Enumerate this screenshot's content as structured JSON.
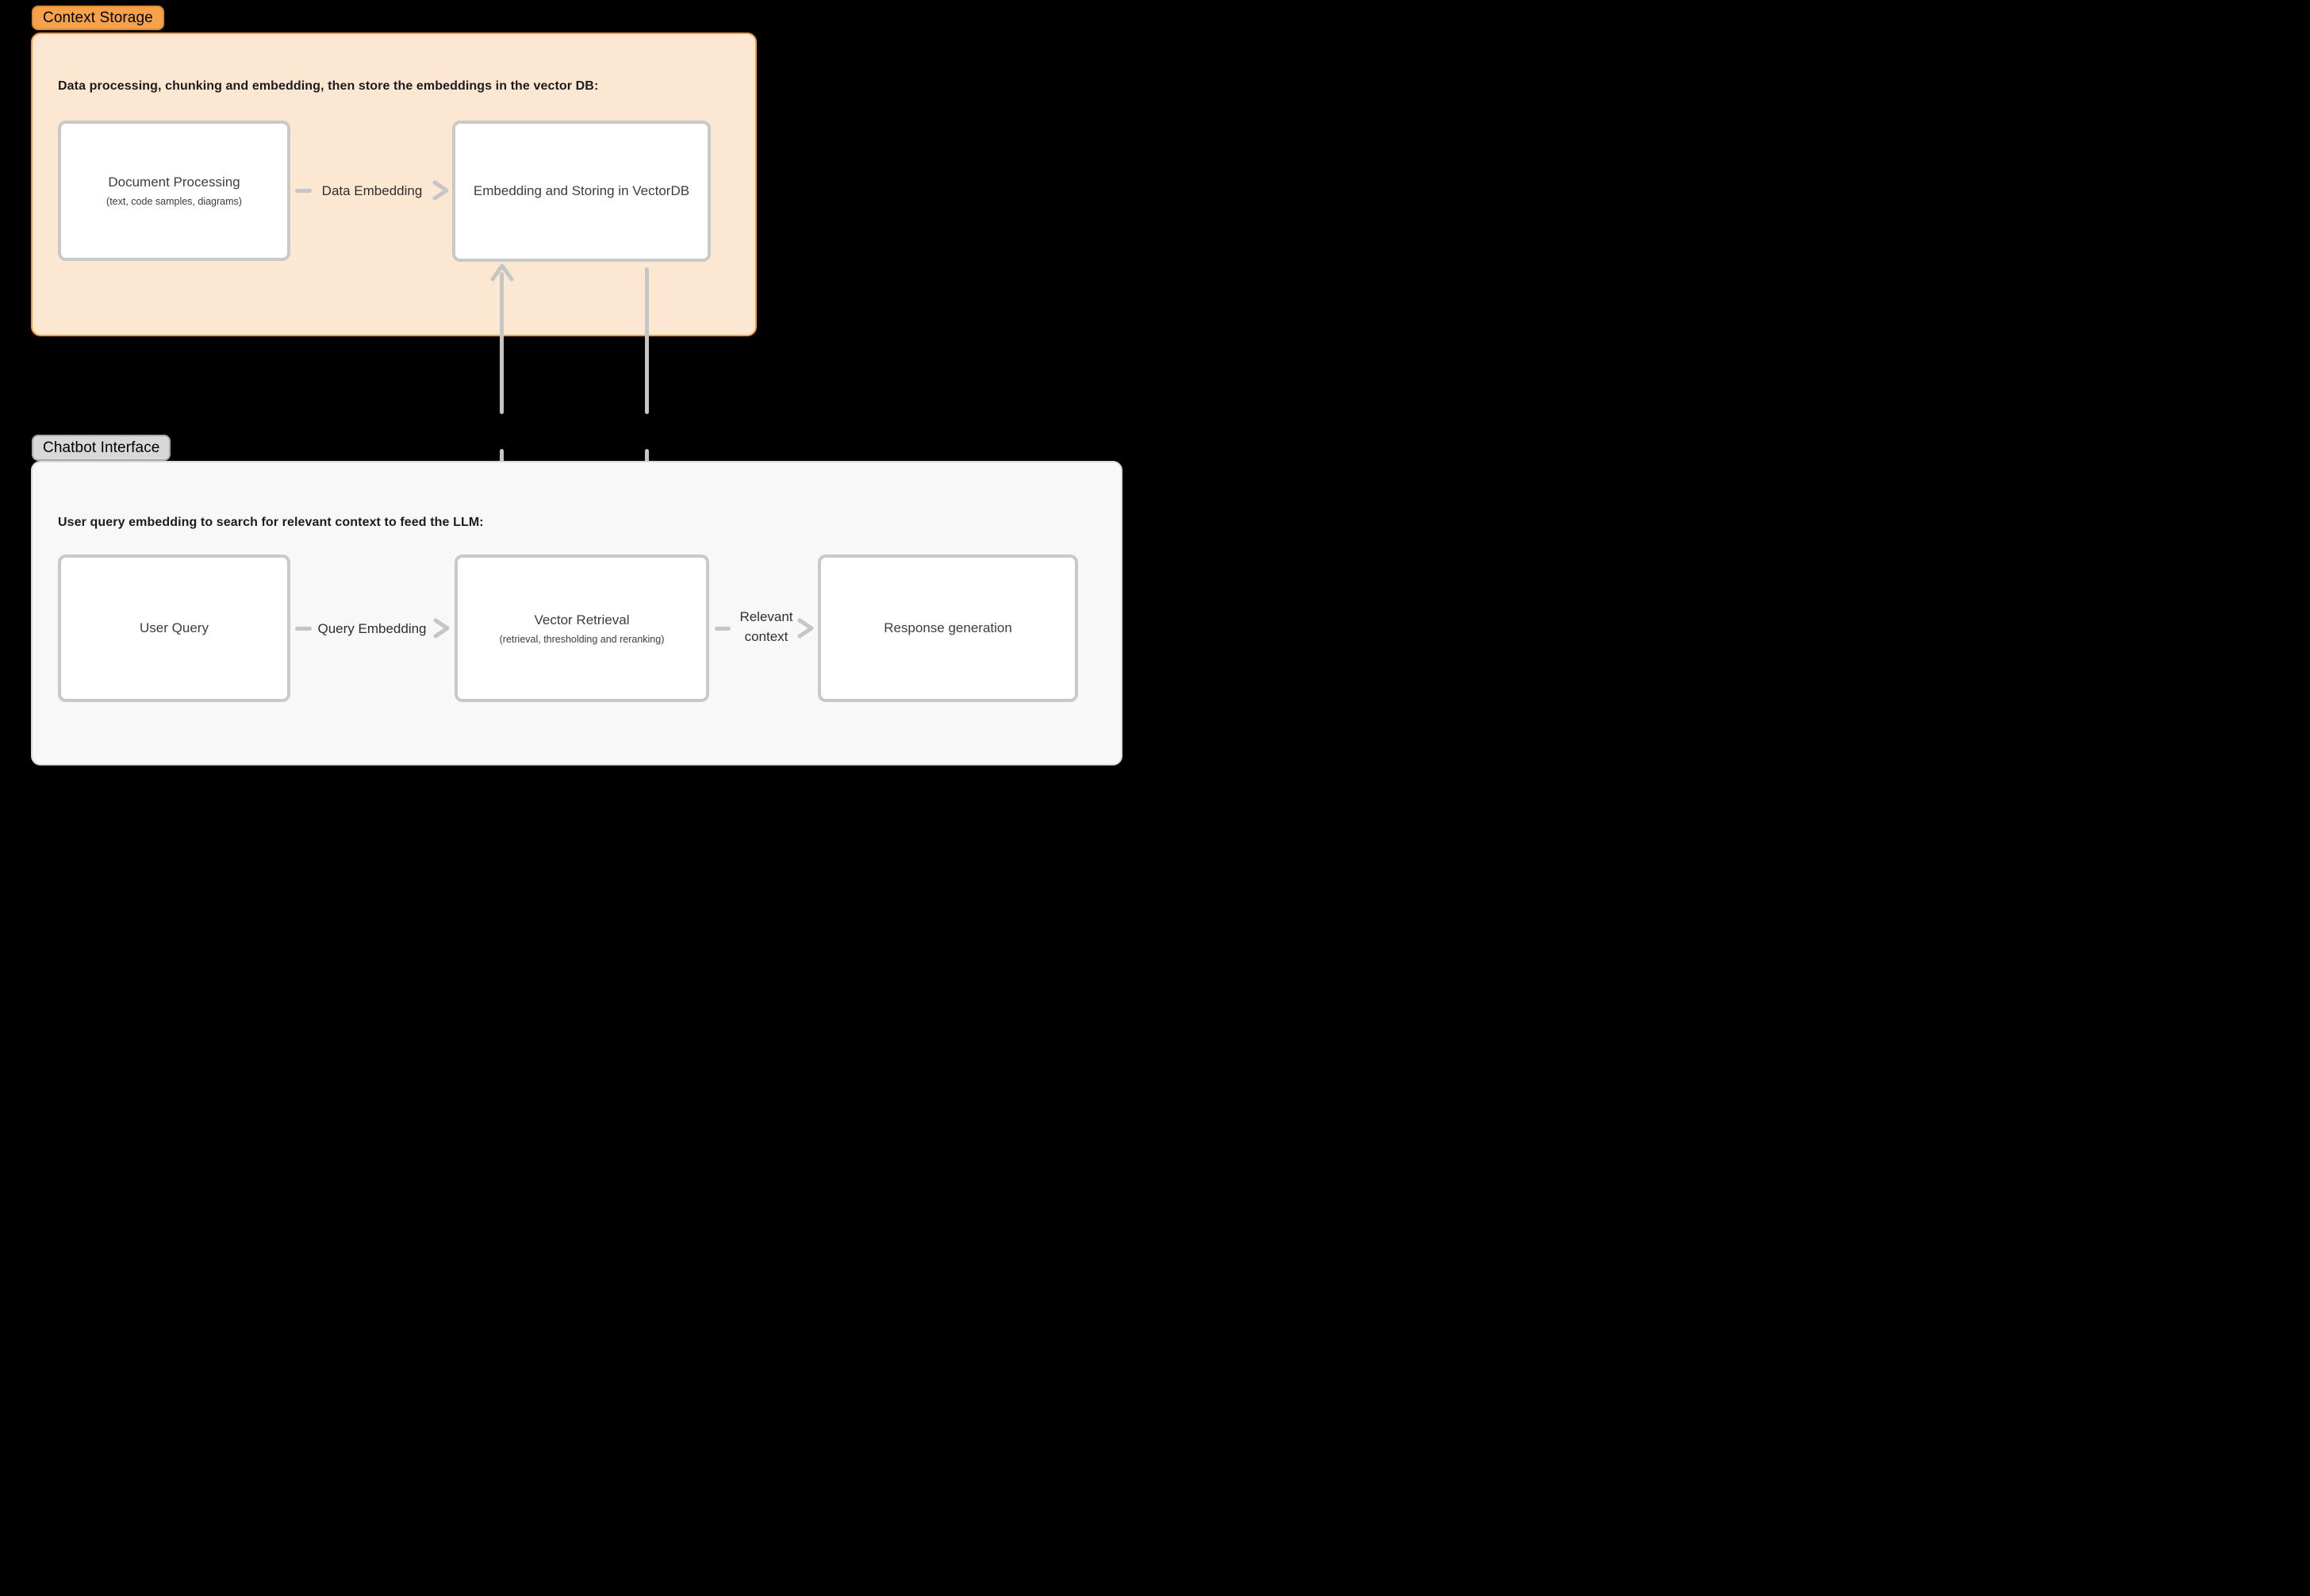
{
  "context_storage": {
    "badge": "Context Storage",
    "heading": "Data processing, chunking and embedding, then store the embeddings in the vector DB:",
    "nodes": {
      "document_processing": {
        "title": "Document Processing",
        "subtitle": "(text, code samples, diagrams)"
      },
      "embedding_storing": {
        "title": "Embedding and Storing in VectorDB"
      }
    },
    "connector": {
      "label": "Data Embedding"
    }
  },
  "chatbot_interface": {
    "badge": "Chatbot Interface",
    "heading": "User query embedding to search for relevant context to feed the LLM:",
    "nodes": {
      "user_query": {
        "title": "User Query"
      },
      "vector_retrieval": {
        "title": "Vector Retrieval",
        "subtitle": "(retrieval, thresholding and reranking)"
      },
      "response_generation": {
        "title": "Response generation"
      }
    },
    "connectors": {
      "query_embedding": {
        "label": "Query Embedding"
      },
      "relevant_context": {
        "line1": "Relevant",
        "line2": "context"
      }
    }
  },
  "colors": {
    "background": "#000000",
    "accent_orange": "#F5A24B",
    "accent_orange_border": "#DE8B30",
    "panel_peach": "#FCE7D3",
    "panel_peach_border": "#F39A40",
    "badge_gray": "#D8D8D8",
    "badge_gray_border": "#A9A9A9",
    "panel_gray": "#F8F8F8",
    "panel_gray_border": "#DBDBDB",
    "node_border": "#C9C9C9",
    "arrow_gray": "#C5C5C5",
    "text_dark": "#1C1C1C",
    "text_node": "#3D3D3D"
  }
}
